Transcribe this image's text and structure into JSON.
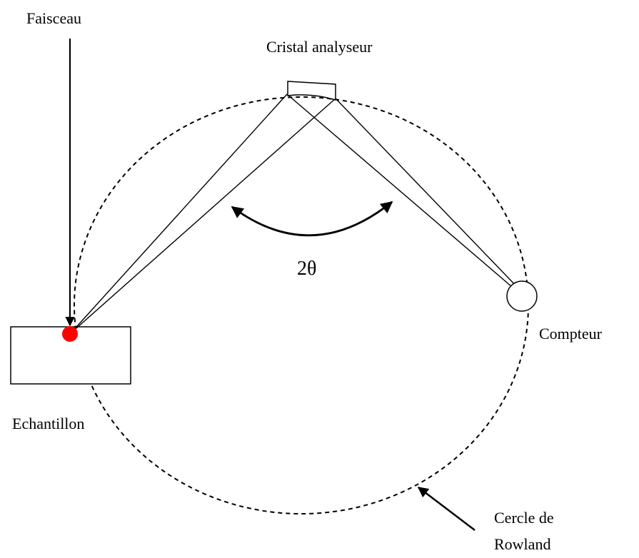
{
  "labels": {
    "beam": "Faisceau",
    "analyzer_crystal": "Cristal analyseur",
    "angle": "2θ",
    "detector": "Compteur",
    "sample": "Echantillon",
    "rowland_circle_line1": "Cercle de",
    "rowland_circle_line2": "Rowland"
  },
  "colors": {
    "line": "#000000",
    "sample_spot": "#ff0000",
    "background": "#ffffff"
  }
}
